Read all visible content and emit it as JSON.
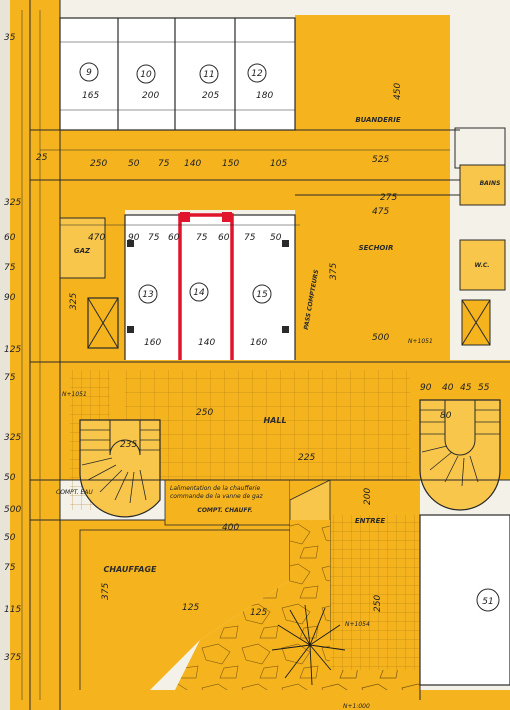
{
  "colors": {
    "fill": "#f5b41e",
    "fill_light": "#f8c64a",
    "paper": "#f4f1e8",
    "line": "#2a2a2a",
    "grid": "#a87410",
    "highlight": "#e0142a",
    "storage": "#ffffff"
  },
  "rooms": {
    "buanderie": "BUANDERIE",
    "sechoir": "SECHOIR",
    "hall": "HALL",
    "chauffage": "CHAUFFAGE",
    "compt_chauff": "COMPT. CHAUFF.",
    "entree": "ENTREE",
    "gaz": "GAZ",
    "bains": "BAINS",
    "wc": "W.C.",
    "cellar_51": "51"
  },
  "cells_top": [
    "9",
    "10",
    "11",
    "12"
  ],
  "cells_mid": [
    "13",
    "14",
    "15"
  ],
  "meters_label": "PASS COMPTEURS",
  "levels": {
    "left": "N+1051",
    "right": "N+1051",
    "entree": "N+1054",
    "bottom": "N+1:000"
  },
  "notes": {
    "compt_line1": "COMPT. EAU",
    "compt_line2": "",
    "chauff_line1": "Lalimentation de la chaufferie",
    "chauff_line2": "commande de la vanne de gaz"
  },
  "dims_top_row": [
    "25",
    "250",
    "50",
    "75",
    "140",
    "150",
    "105",
    "525"
  ],
  "dims_mid_row": [
    "470",
    "90",
    "75",
    "60",
    "75",
    "60",
    "75",
    "50",
    "475"
  ],
  "dims_left_col": [
    "35",
    "325",
    "60",
    "75",
    "90",
    "125",
    "75",
    "325",
    "50",
    "500",
    "50",
    "75",
    "115",
    "375"
  ],
  "dims_misc": [
    "165",
    "200",
    "205",
    "180",
    "450",
    "275",
    "375",
    "500",
    "160",
    "140",
    "160",
    "250",
    "225",
    "235",
    "400",
    "200",
    "250",
    "125",
    "125",
    "375",
    "80",
    "325",
    "45",
    "55",
    "90",
    "40"
  ]
}
